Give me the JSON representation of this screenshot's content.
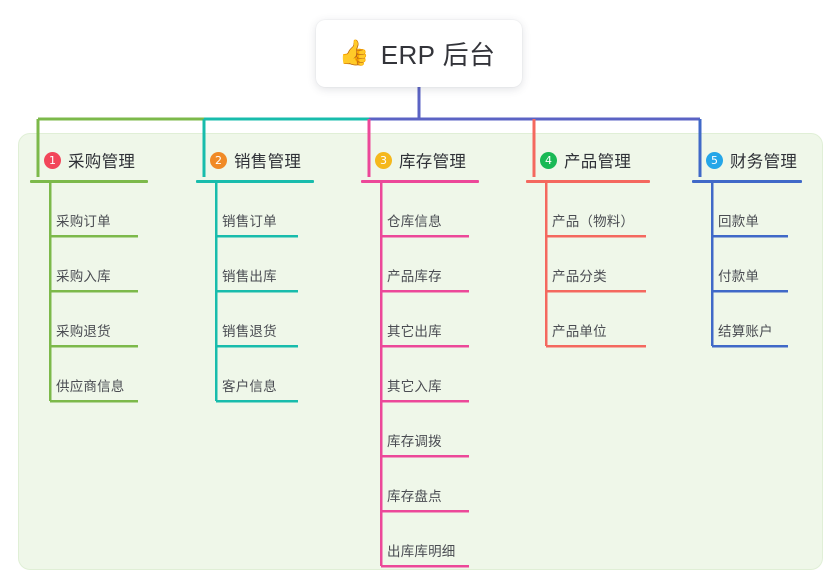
{
  "diagram": {
    "type": "mind-map",
    "title": "ERP 后台",
    "root": {
      "icon": "thumbs-up-icon",
      "emoji": "👍",
      "label": "ERP 后台"
    },
    "panel": {
      "background_color": "#eff7e9",
      "border_color": "#e0efd6"
    },
    "trunk_color": "#5b63c4",
    "branches": [
      {
        "number": "1",
        "label": "采购管理",
        "badge_color": "#f2465a",
        "line_color": "#7cb94a",
        "items": [
          {
            "label": "采购订单"
          },
          {
            "label": "采购入库"
          },
          {
            "label": "采购退货"
          },
          {
            "label": "供应商信息"
          }
        ]
      },
      {
        "number": "2",
        "label": "销售管理",
        "badge_color": "#f08a26",
        "line_color": "#18bcac",
        "items": [
          {
            "label": "销售订单"
          },
          {
            "label": "销售出库"
          },
          {
            "label": "销售退货"
          },
          {
            "label": "客户信息"
          }
        ]
      },
      {
        "number": "3",
        "label": "库存管理",
        "badge_color": "#f5b81c",
        "line_color": "#ec4899",
        "items": [
          {
            "label": "仓库信息"
          },
          {
            "label": "产品库存"
          },
          {
            "label": "其它出库"
          },
          {
            "label": "其它入库"
          },
          {
            "label": "库存调拨"
          },
          {
            "label": "库存盘点"
          },
          {
            "label": "出库库明细"
          }
        ]
      },
      {
        "number": "4",
        "label": "产品管理",
        "badge_color": "#19b955",
        "line_color": "#f4685f",
        "items": [
          {
            "label": "产品（物料）"
          },
          {
            "label": "产品分类"
          },
          {
            "label": "产品单位"
          }
        ]
      },
      {
        "number": "5",
        "label": "财务管理",
        "badge_color": "#25a6e8",
        "line_color": "#4069c8",
        "items": [
          {
            "label": "回款单"
          },
          {
            "label": "付款单"
          },
          {
            "label": "结算账户"
          }
        ]
      }
    ]
  }
}
